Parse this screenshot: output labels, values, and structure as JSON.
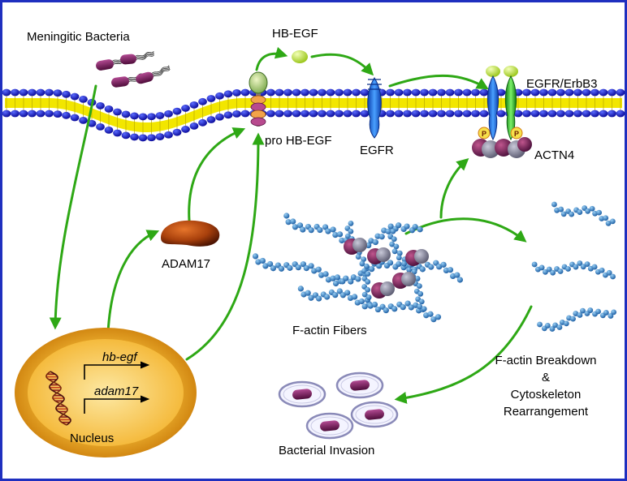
{
  "labels": {
    "bacteria": "Meningitic Bacteria",
    "hbegf": "HB-EGF",
    "pro_hbegf": "pro HB-EGF",
    "egfr": "EGFR",
    "egfr_erbb3": "EGFR/ErbB3",
    "actn4": "ACTN4",
    "adam17": "ADAM17",
    "factin_fibers": "F-actin Fibers",
    "breakdown_1": "F-actin Breakdown",
    "breakdown_2": "&",
    "breakdown_3": "Cytoskeleton",
    "breakdown_4": "Rearrangement",
    "invasion": "Bacterial Invasion",
    "nucleus": "Nucleus",
    "gene_hbegf": "hb-egf",
    "gene_adam17": "adam17",
    "phospho": "P"
  },
  "colors": {
    "frame": "#1f2fbf",
    "lipid_head": "#1515d8",
    "lipid_tail": "#f2e600",
    "arrow": "#2ea815",
    "bacterium": "#6a1650",
    "egfr": "#1e6fe8",
    "erbb3": "#2fc42a",
    "actin": "#3a8fd6",
    "actn4": "#6e1e5a",
    "adam17": "#b54a10",
    "nucleus": "#f2a81c",
    "hbegf_ligand": "#c8ee48"
  }
}
